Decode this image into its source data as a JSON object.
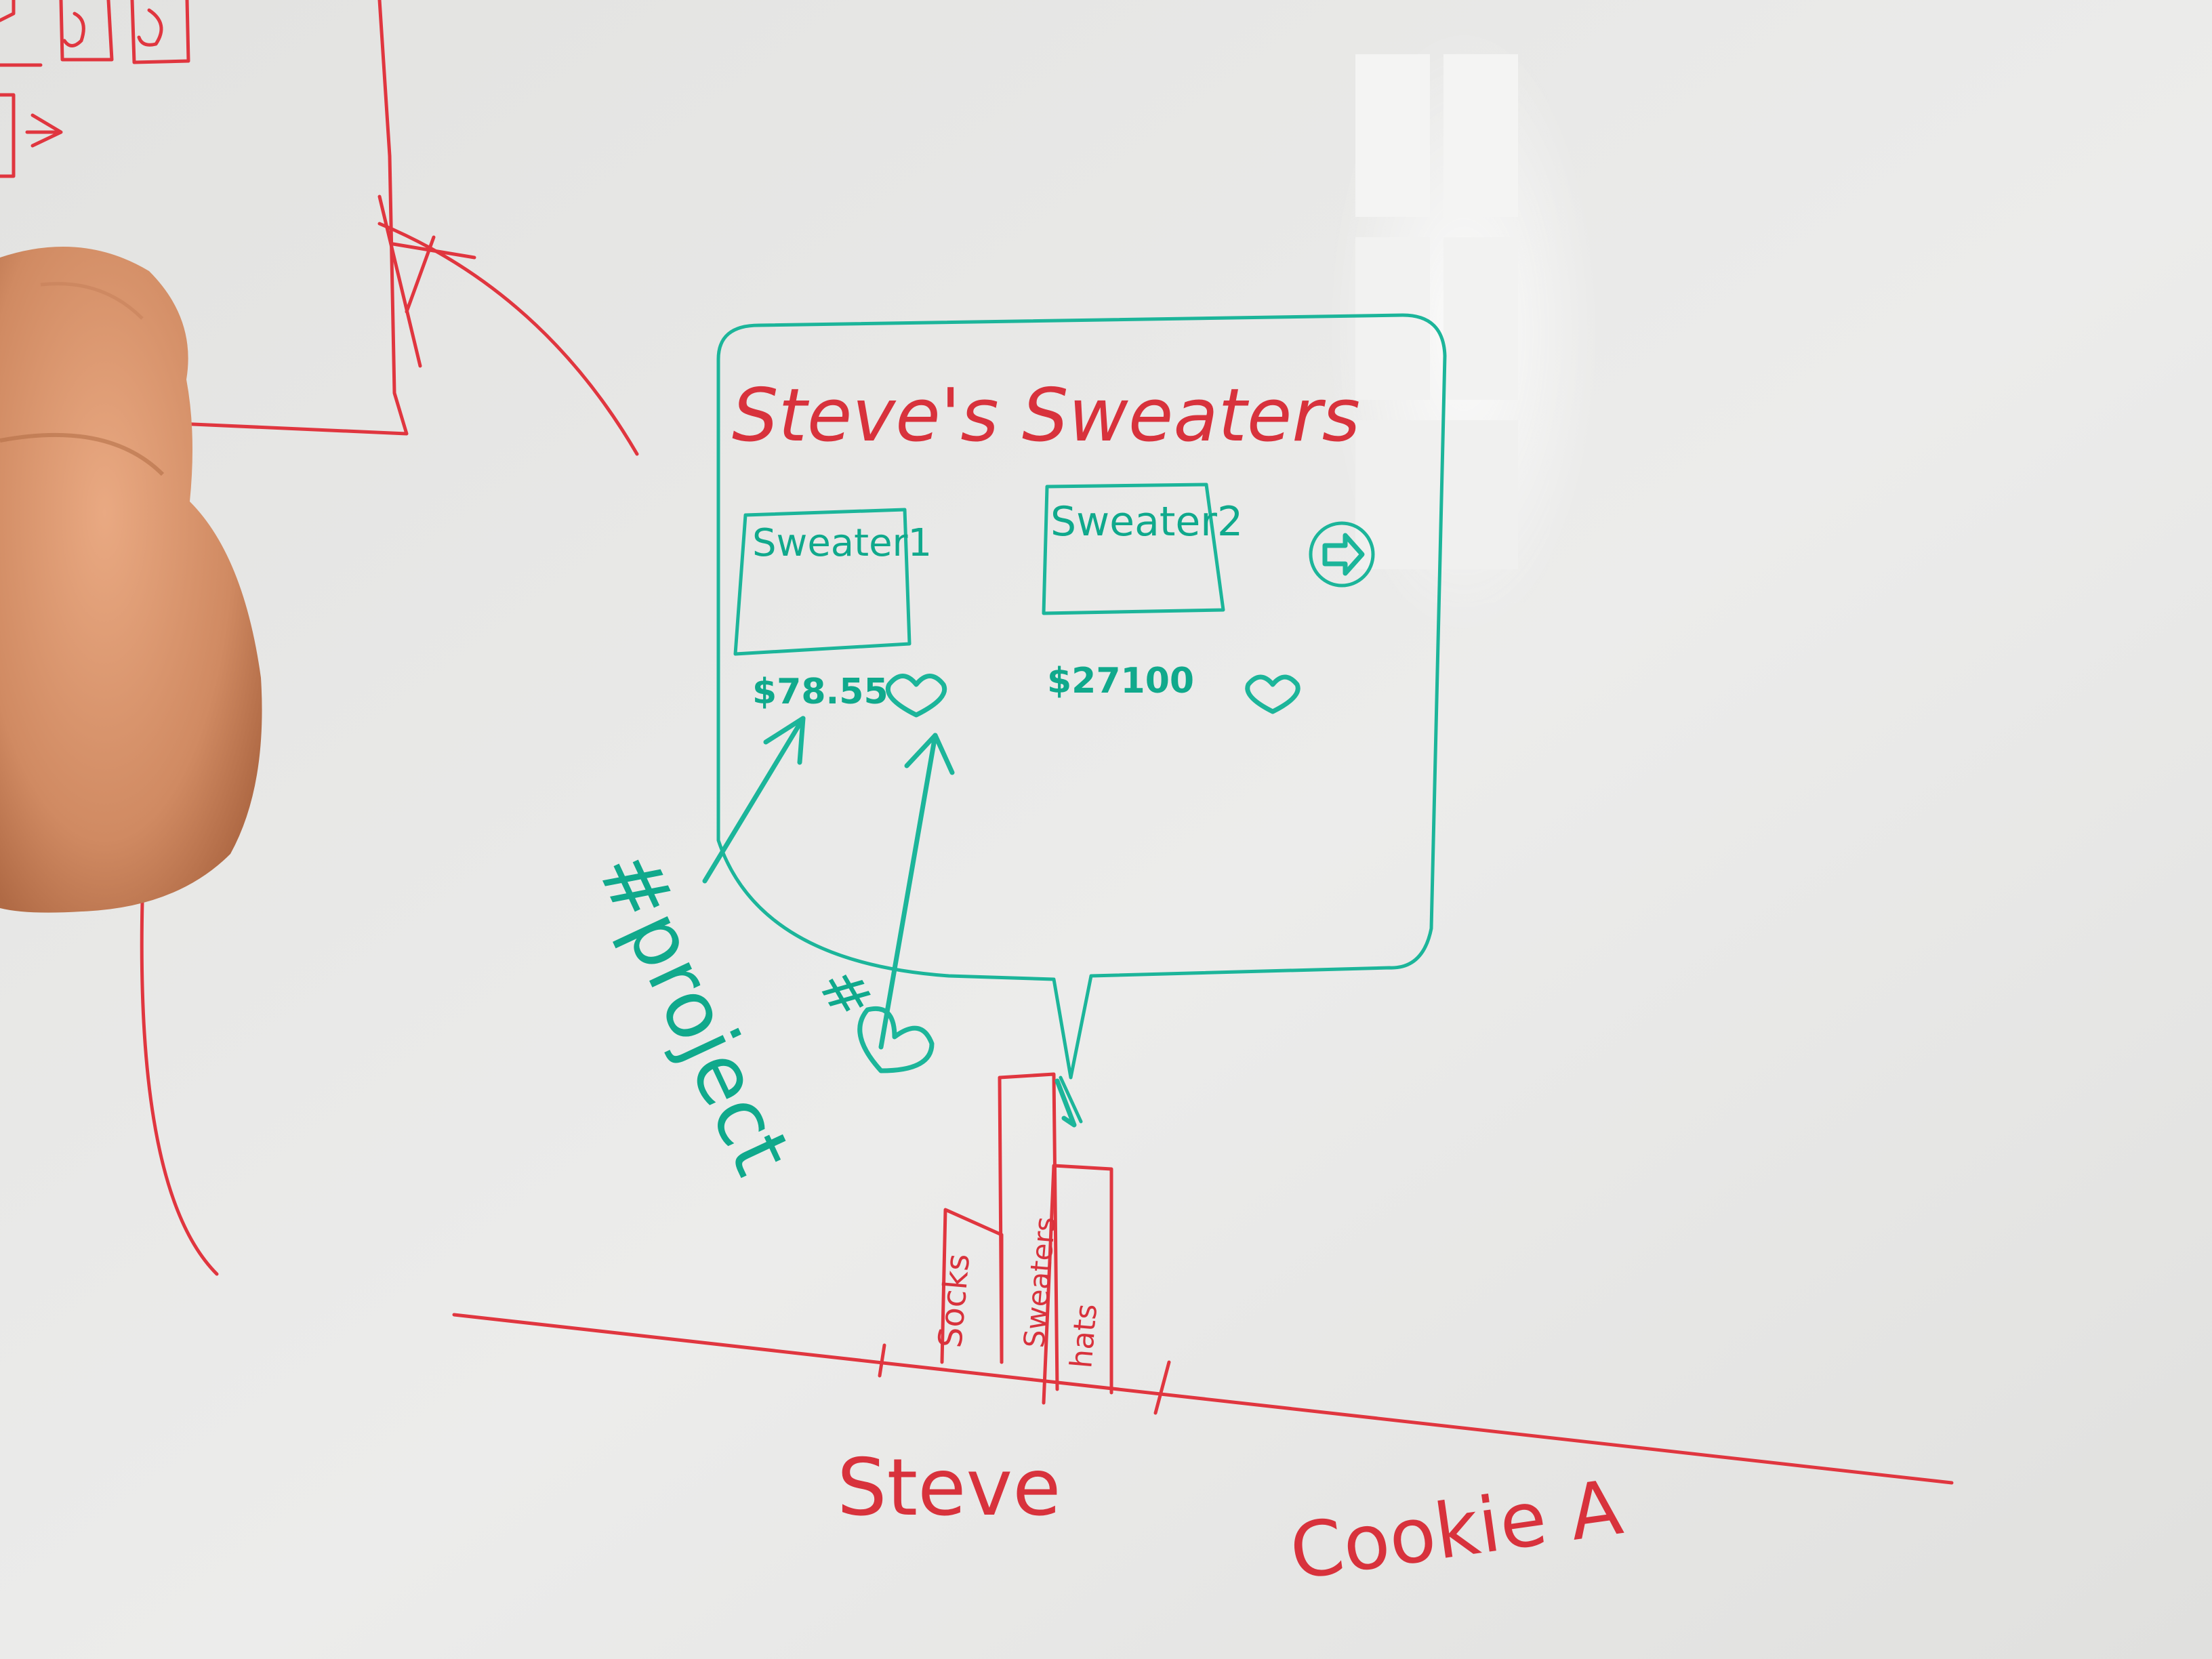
{
  "scene": {
    "description_colors": {
      "board": "#e8e8e6",
      "red_marker": "#e0363f",
      "teal_marker": "#1cb59a",
      "hand": "#d8936a"
    }
  },
  "mockup": {
    "title": "Steve's Sweaters",
    "item1": {
      "label": "Sweater1",
      "price": "$78.55",
      "price_symbol": "$"
    },
    "item2": {
      "label": "Sweater2",
      "price": "$27100",
      "price_symbol": "$"
    },
    "next_icon": "right-arrow-icon",
    "annotation_project": "#project",
    "annotation_heart": "#",
    "heart_icon": "heart-icon"
  },
  "timeline": {
    "tabs": [
      "Socks",
      "Sweaters",
      "hats"
    ],
    "person_label": "Steve",
    "cookie_label": "Cookie A"
  }
}
